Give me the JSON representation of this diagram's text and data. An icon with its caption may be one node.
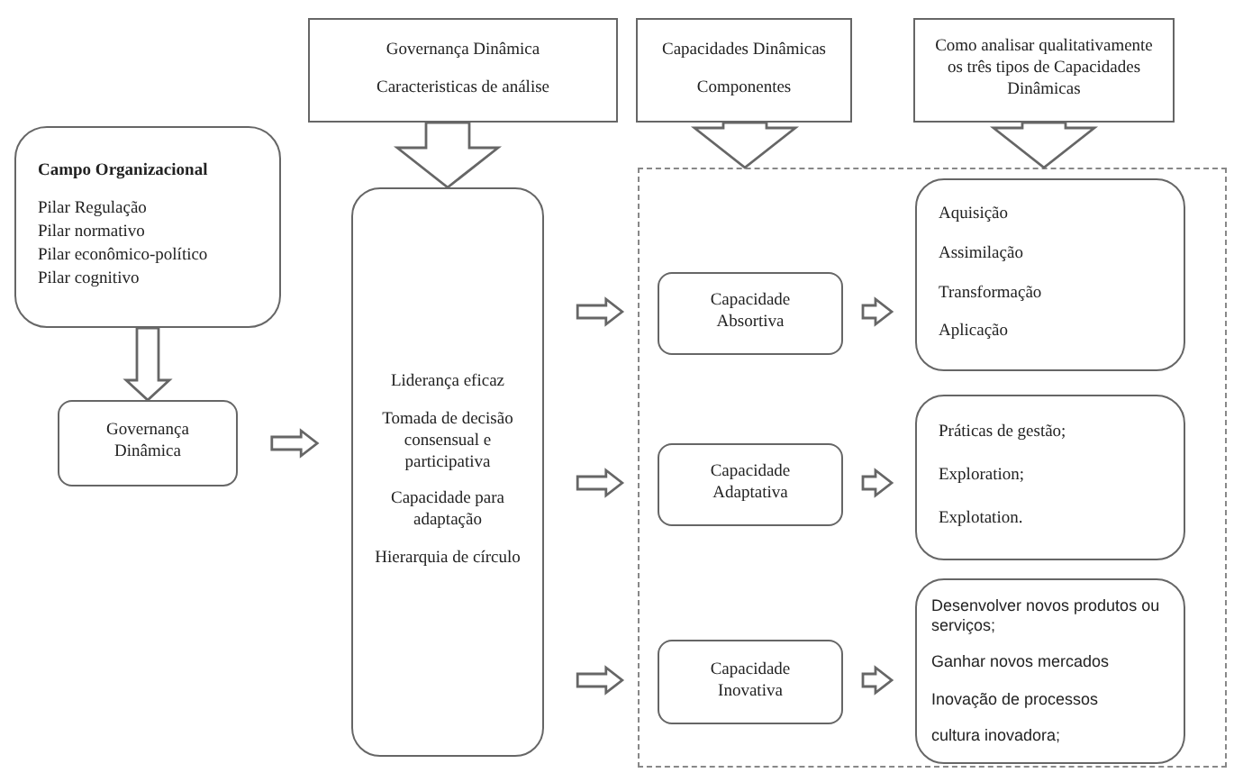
{
  "diagram": {
    "nodes": [
      {
        "text": [
          "Campo Organizacional",
          "Pilar Regulação",
          "Pilar normativo",
          "Pilar econômico-político",
          "Pilar cognitivo"
        ]
      },
      {
        "text": [
          "Governança Dinâmica"
        ]
      },
      {
        "text": [
          "Governança Dinâmica",
          "Caracteristicas de análise"
        ]
      },
      {
        "text": [
          "Liderança eficaz",
          "Tomada de decisão consensual e participativa",
          "Capacidade para adaptação",
          "Hierarquia de círculo"
        ]
      },
      {
        "text": [
          "Capacidades Dinâmicas",
          "Componentes"
        ]
      },
      {
        "text": [
          "Como analisar qualitativamente os três tipos de Capacidades Dinâmicas"
        ]
      },
      {
        "text": [],
        "shape": "box"
      },
      {
        "text": [
          "Capacidade Absortiva"
        ],
        "in": 6
      },
      {
        "text": [
          "Aquisição",
          "Assimilação",
          "Transformação",
          "Aplicação"
        ],
        "in": 6
      },
      {
        "text": [
          "Capacidade Adaptativa"
        ],
        "in": 6
      },
      {
        "text": [
          "Práticas de gestão;",
          "Exploration;",
          "Explotation."
        ],
        "in": 6
      },
      {
        "text": [
          "Capacidade Inovativa"
        ],
        "in": 6
      },
      {
        "text": [
          "Desenvolver novos produtos ou serviços;",
          "Ganhar novos mercados",
          "Inovação de processos",
          "cultura inovadora;"
        ],
        "in": 6
      }
    ],
    "edges": [
      {
        "from": 0,
        "to": 1,
        "arrow": "to"
      },
      {
        "from": 1,
        "to": 3,
        "arrow": "to"
      },
      {
        "from": 2,
        "to": 3,
        "arrow": "to"
      },
      {
        "from": 3,
        "to": 7,
        "arrow": "to"
      },
      {
        "from": 3,
        "to": 9,
        "arrow": "to"
      },
      {
        "from": 3,
        "to": 11,
        "arrow": "to"
      },
      {
        "from": 7,
        "to": 8,
        "arrow": "to"
      },
      {
        "from": 9,
        "to": 10,
        "arrow": "to"
      },
      {
        "from": 11,
        "to": 12,
        "arrow": "to"
      },
      {
        "from": 4,
        "to": 6,
        "arrow": "to"
      },
      {
        "from": 5,
        "to": 6,
        "arrow": "to"
      }
    ]
  }
}
